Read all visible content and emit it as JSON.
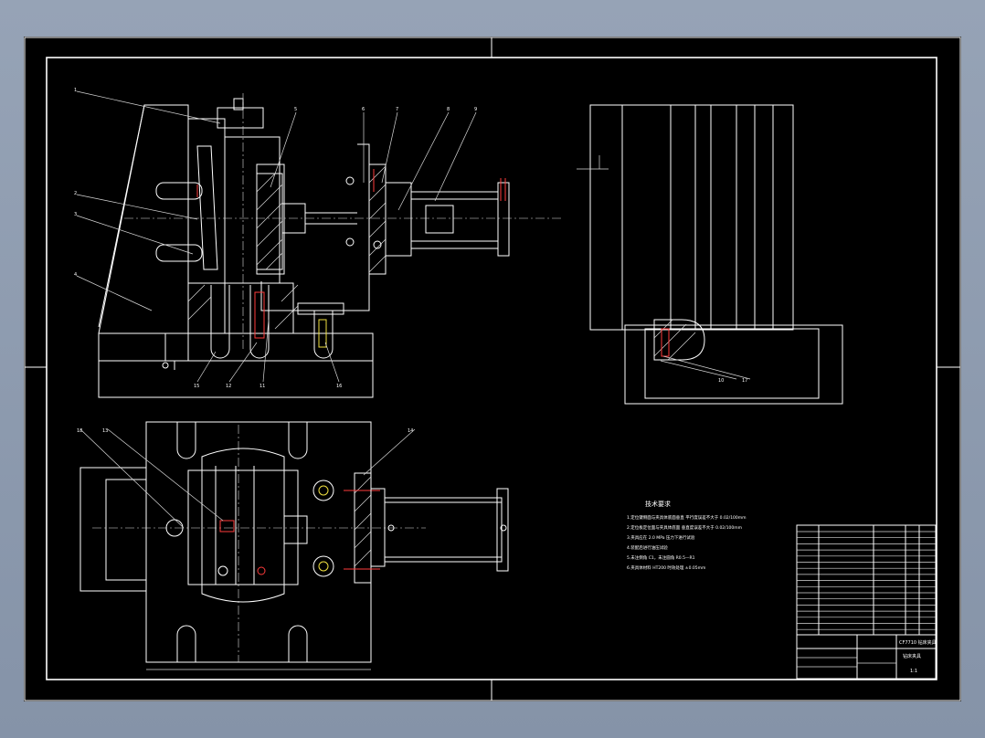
{
  "balloons": {
    "b1": "1",
    "b2": "2",
    "b3": "3",
    "b4": "4",
    "b5": "5",
    "b6": "6",
    "b7": "7",
    "b8": "8",
    "b9": "9",
    "b10": "10",
    "b11": "11",
    "b12": "12",
    "b13": "13",
    "b14": "14",
    "b15": "15",
    "b16": "16",
    "b17": "17",
    "b18": "18"
  },
  "tech_requirements": {
    "title": "技术要求",
    "lines": [
      "1.定位键侧面与夹具体底面垂直 平行度误差不大于 0.02/100mm",
      "2.定位板定位面与夹具体底面 垂直度误差不大于 0.02/100mm",
      "3.夹具应在 2.0 MPa 压力下进行试验",
      "4.装配后进行油压试验",
      "5.未注倒角 C1，未注圆角 R0.5—R1",
      "6.夹具体材料 HT200 时效处理 ±0.05mm"
    ]
  },
  "title_block": {
    "name": "CF7710 钻床夹具",
    "drawing": "钻床夹具",
    "scale": "1:1"
  },
  "colors": {
    "background": "#000000",
    "lines": "#ffffff",
    "accent_red": "#ff3b3b",
    "accent_yellow": "#f0e040",
    "frame": "#8a97aa"
  }
}
